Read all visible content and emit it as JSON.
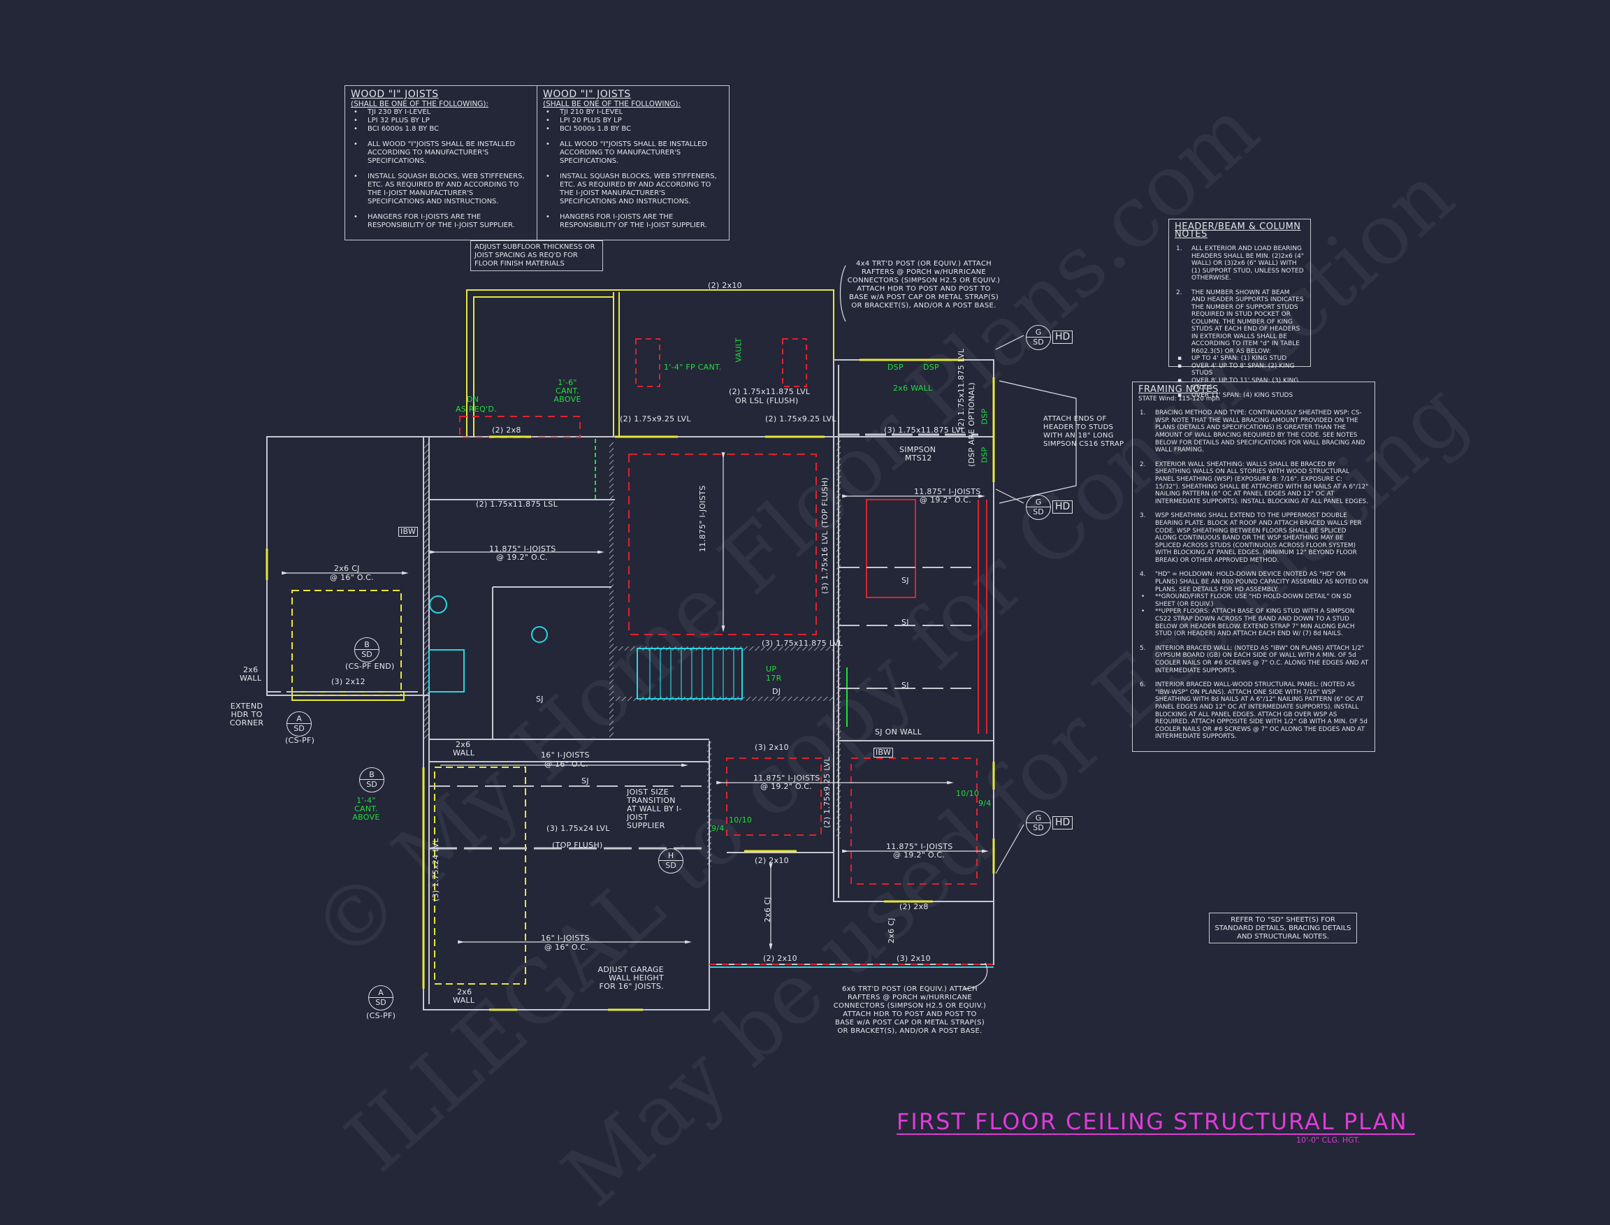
{
  "sheet": {
    "title": "FIRST FLOOR CEILING STRUCTURAL PLAN",
    "subtitle": "10'-0\" CLG. HGT.",
    "colors": {
      "background": "#232738",
      "title": "#e03bd8",
      "wall": "#c8c8d0",
      "yellow": "#e8e83a",
      "green": "#22e03a",
      "red": "#e0222e",
      "cyan": "#2ad6e0"
    }
  },
  "joist_notes_left": {
    "heading": "WOOD \"I\" JOISTS",
    "subheading": "(SHALL BE ONE OF THE FOLLOWING):",
    "products": [
      "TJI 230 BY I-LEVEL",
      "LPI 32 PLUS BY LP",
      "BCI 6000s 1.8 BY BC"
    ],
    "items": [
      "ALL WOOD \"I\"JOISTS SHALL BE INSTALLED ACCORDING TO MANUFACTURER'S SPECIFICATIONS.",
      "INSTALL SQUASH BLOCKS, WEB STIFFENERS, ETC. AS REQUIRED BY AND ACCORDING TO THE I-JOIST MANUFACTURER'S SPECIFICATIONS AND INSTRUCTIONS.",
      "HANGERS FOR I-JOISTS ARE THE RESPONSIBILITY OF THE I-JOIST SUPPLIER."
    ]
  },
  "joist_notes_right": {
    "heading": "WOOD \"I\" JOISTS",
    "subheading": "(SHALL BE ONE OF THE FOLLOWING):",
    "products": [
      "TJI 210 BY I-LEVEL",
      "LPI 20 PLUS BY LP",
      "BCI 5000s 1.8 BY BC"
    ],
    "items": [
      "ALL WOOD \"I\"JOISTS SHALL BE INSTALLED ACCORDING TO MANUFACTURER'S SPECIFICATIONS.",
      "INSTALL SQUASH BLOCKS, WEB STIFFENERS, ETC. AS REQUIRED BY AND ACCORDING TO THE I-JOIST MANUFACTURER'S SPECIFICATIONS AND INSTRUCTIONS.",
      "HANGERS FOR I-JOISTS ARE THE RESPONSIBILITY OF THE I-JOIST SUPPLIER."
    ]
  },
  "subfloor_note": "ADJUST SUBFLOOR THICKNESS OR JOIST SPACING AS REQ'D FOR FLOOR FINISH MATERIALS",
  "header_notes": {
    "heading": "HEADER/BEAM & COLUMN NOTES",
    "items": [
      "ALL EXTERIOR AND LOAD BEARING HEADERS SHALL BE MIN. (2)2x6 (4\" WALL) OR (3)2x6 (6\" WALL) WITH (1) SUPPORT STUD, UNLESS NOTED OTHERWISE.",
      "THE NUMBER SHOWN AT BEAM AND HEADER SUPPORTS INDICATES THE NUMBER OF SUPPORT STUDS REQUIRED IN STUD POCKET OR COLUMN. THE NUMBER OF KING STUDS AT EACH END OF HEADERS IN EXTERIOR WALLS SHALL BE ACCORDING TO ITEM \"d\" IN TABLE R602.3(5) OR AS BELOW:"
    ],
    "spans": [
      "UP TO 4' SPAN: (1) KING STUD",
      "OVER 4' UP TO 8' SPAN: (2) KING STUDS",
      "OVER 8' UP TO 11' SPAN: (3) KING STUDS",
      "OVER 11' SPAN: (4) KING STUDS"
    ]
  },
  "framing_notes": {
    "heading": "FRAMING NOTES",
    "wind": "STATE Wind: 115-120 mph",
    "items": [
      "BRACING METHOD AND TYPE: CONTINUOUSLY SHEATHED WSP: CS-WSP. NOTE THAT THE WALL BRACING AMOUNT PROVIDED ON THE PLANS (DETAILS AND SPECIFICATIONS) IS GREATER THAN THE AMOUNT OF WALL BRACING REQUIRED BY THE CODE. SEE NOTES BELOW FOR DETAILS AND SPECIFICATIONS FOR WALL BRACING AND WALL FRAMING.",
      "EXTERIOR WALL SHEATHING: WALLS SHALL BE BRACED BY SHEATHING WALLS ON ALL STORIES WITH WOOD STRUCTURAL PANEL SHEATHING (WSP) (EXPOSURE B: 7/16\". EXPOSURE C: 15/32\"). SHEATHING SHALL BE ATTACHED WITH 8d NAILS AT A 6\"/12\" NAILING PATTERN (6\" OC AT PANEL EDGES AND 12\" OC AT INTERMEDIATE SUPPORTS). INSTALL BLOCKING AT ALL PANEL EDGES.",
      "WSP SHEATHING SHALL EXTEND TO THE UPPERMOST DOUBLE BEARING PLATE. BLOCK AT ROOF AND ATTACH BRACED WALLS PER CODE. WSP SHEATHING BETWEEN FLOORS SHALL BE SPLICED ALONG CONTINUOUS BAND OR THE WSP SHEATHING MAY BE SPLICED ACROSS STUDS (CONTINUOUS ACROSS FLOOR SYSTEM) WITH BLOCKING AT PANEL EDGES. (MINIMUM 12\" BEYOND FLOOR BREAK) OR OTHER APPROVED METHOD.",
      "\"HD\" = HOLDOWN: HOLD-DOWN DEVICE (NOTED AS \"HD\" ON PLANS) SHALL BE AN 800 POUND CAPACITY ASSEMBLY AS NOTED ON PLANS. SEE DETAILS FOR HD ASSEMBLY."
    ],
    "bullets": [
      "**GROUND/FIRST FLOOR: USE \"HD HOLD-DOWN DETAIL\" ON SD SHEET (OR EQUIV.)",
      "**UPPER FLOORS: ATTACH BASE OF KING STUD WITH A SIMPSON CS22 STRAP DOWN ACROSS THE BAND AND DOWN TO A STUD BELOW OR HEADER BELOW. EXTEND STRAP 7\" MIN ALONG EACH STUD (OR HEADER) AND ATTACH EACH END W/ (7) 8d NAILS."
    ],
    "items2": [
      "INTERIOR BRACED WALL: (NOTED AS \"IBW\" ON PLANS) ATTACH 1/2\" GYPSUM BOARD (GB) ON EACH SIDE OF WALL WITH A MIN. OF 5d COOLER NAILS OR #6 SCREWS @ 7\" O.C. ALONG THE EDGES AND AT INTERMEDIATE SUPPORTS.",
      "INTERIOR BRACED WALL-WOOD STRUCTURAL PANEL: (NOTED AS \"IBW-WSP\" ON PLANS). ATTACH ONE SIDE WITH 7/16\" WSP SHEATHING WITH 8d NAILS AT A 6\"/12\" NAILING PATTERN (6\" OC AT PANEL EDGES AND 12\" OC AT INTERMEDIATE SUPPORTS). INSTALL BLOCKING AT ALL PANEL EDGES. ATTACH GB OVER WSP AS REQUIRED. ATTACH OPPOSITE SIDE WITH 1/2\" GB WITH A MIN. OF 5d COOLER NAILS OR #6 SCREWS @ 7\" OC ALONG THE EDGES AND AT INTERMEDIATE SUPPORTS."
    ]
  },
  "refer_note": "REFER TO \"SD\" SHEET(S) FOR STANDARD DETAILS, BRACING DETAILS AND STRUCTURAL NOTES.",
  "post_note_top": "4x4 TRT'D POST (OR EQUIV.) ATTACH RAFTERS @ PORCH w/HURRICANE CONNECTORS (SIMPSON H2.5 OR EQUIV.) ATTACH HDR TO POST AND POST TO BASE w/A POST CAP OR METAL STRAP(S) OR BRACKET(S), AND/OR A POST BASE.",
  "post_note_bottom": "6x6 TRT'D POST (OR EQUIV.) ATTACH RAFTERS @ PORCH w/HURRICANE CONNECTORS (SIMPSON H2.5 OR EQUIV.) ATTACH HDR TO POST AND POST TO BASE w/A POST CAP OR METAL STRAP(S) OR BRACKET(S), AND/OR A POST BASE.",
  "strap_note": "ATTACH ENDS OF HEADER TO STUDS WITH AN 18\" LONG SIMPSON CS16 STRAP",
  "labels": {
    "top_2x10": "(2) 2x10",
    "vault": "VAULT",
    "fp_cant": "1'-4\" FP CANT.",
    "cant_above_1": "1'-6\" CANT. ABOVE",
    "dn": "DN",
    "as_reqd": "AS REQ'D.",
    "lvl_flush_1": "(2) 1.75x11.875 LVL",
    "lvl_flush_2": "OR LSL (FLUSH)",
    "lvl_925_a": "(2) 1.75x9.25 LVL",
    "lvl_925_b": "(2) 1.75x9.25 LVL",
    "hdr_2x8_top": "(2) 2x8",
    "lvl_3_11875": "(3) 1.75x11.875 LVL",
    "simpson": "SIMPSON",
    "mts12": "MTS12",
    "dsp": "DSP",
    "wall_2x6": "2x6 WALL",
    "cj_16": "2x6 CJ",
    "at_16": "@ 16\" O.C.",
    "vert_lvl_right": "(2) 1.75x11.875 LVL",
    "dsp_optional": "(DSP ARE OPTIONAL)",
    "joists_19_a": "11.875\" I-JOISTS",
    "at_19": "@ 19.2\" O.C.",
    "lsl_1": "(2) 1.75x11.875 LSL",
    "ibw": "IBW",
    "sj": "SJ",
    "joists_16_center": "11.875\" I-JOISTS",
    "top_flush_lvl": "(3) 1.75x16 LVL (TOP FLUSH)",
    "lvl_3_stair": "(3) 1.75x11.875 LVL",
    "up": "UP",
    "r17": "17R",
    "dj": "DJ",
    "sj_on_wall": "SJ ON WALL",
    "hdr_3_2x12": "(3) 2x12",
    "wall_2x6_b": "2x6",
    "wall_label": "WALL",
    "extend_hdr": "EXTEND HDR TO CORNER",
    "cs_pf": "(CS-PF)",
    "cs_pf_end": "(CS-PF END)",
    "cant_above_2": "1'-4\" CANT. ABOVE",
    "i_joists_16": "16\" I-JOISTS",
    "joist_transition": "JOIST SIZE TRANSITION AT WALL BY I-JOIST SUPPLIER",
    "lvl_3_24": "(3) 1.75x24 LVL",
    "top_flush": "(TOP FLUSH)",
    "vert_lvl_24": "(3) 1.75x24 LVL",
    "hdr_3_2x10": "(3) 2x10",
    "hdr_2_2x10": "(2) 2x10",
    "lvl_925_vert": "(2) 1.75x9.25 LVL",
    "hdr_2x8_b": "(2) 2x8",
    "window_1010": "10/10",
    "window_94": "9/4",
    "adjust_garage": "ADJUST GARAGE WALL HEIGHT FOR 16\" JOISTS.",
    "hd": "HD",
    "sd": "SD"
  },
  "callouts": [
    {
      "letter": "G",
      "sheet": "SD",
      "tag": "HD"
    },
    {
      "letter": "G",
      "sheet": "SD",
      "tag": "HD"
    },
    {
      "letter": "G",
      "sheet": "SD",
      "tag": "HD"
    },
    {
      "letter": "B",
      "sheet": "SD"
    },
    {
      "letter": "A",
      "sheet": "SD"
    },
    {
      "letter": "B",
      "sheet": "SD"
    },
    {
      "letter": "H",
      "sheet": "SD"
    },
    {
      "letter": "A",
      "sheet": "SD"
    }
  ],
  "watermark": [
    "© My Home Floor Plans.com",
    "ILLEGAL to copy for Construction",
    "May be used for Estimating"
  ]
}
